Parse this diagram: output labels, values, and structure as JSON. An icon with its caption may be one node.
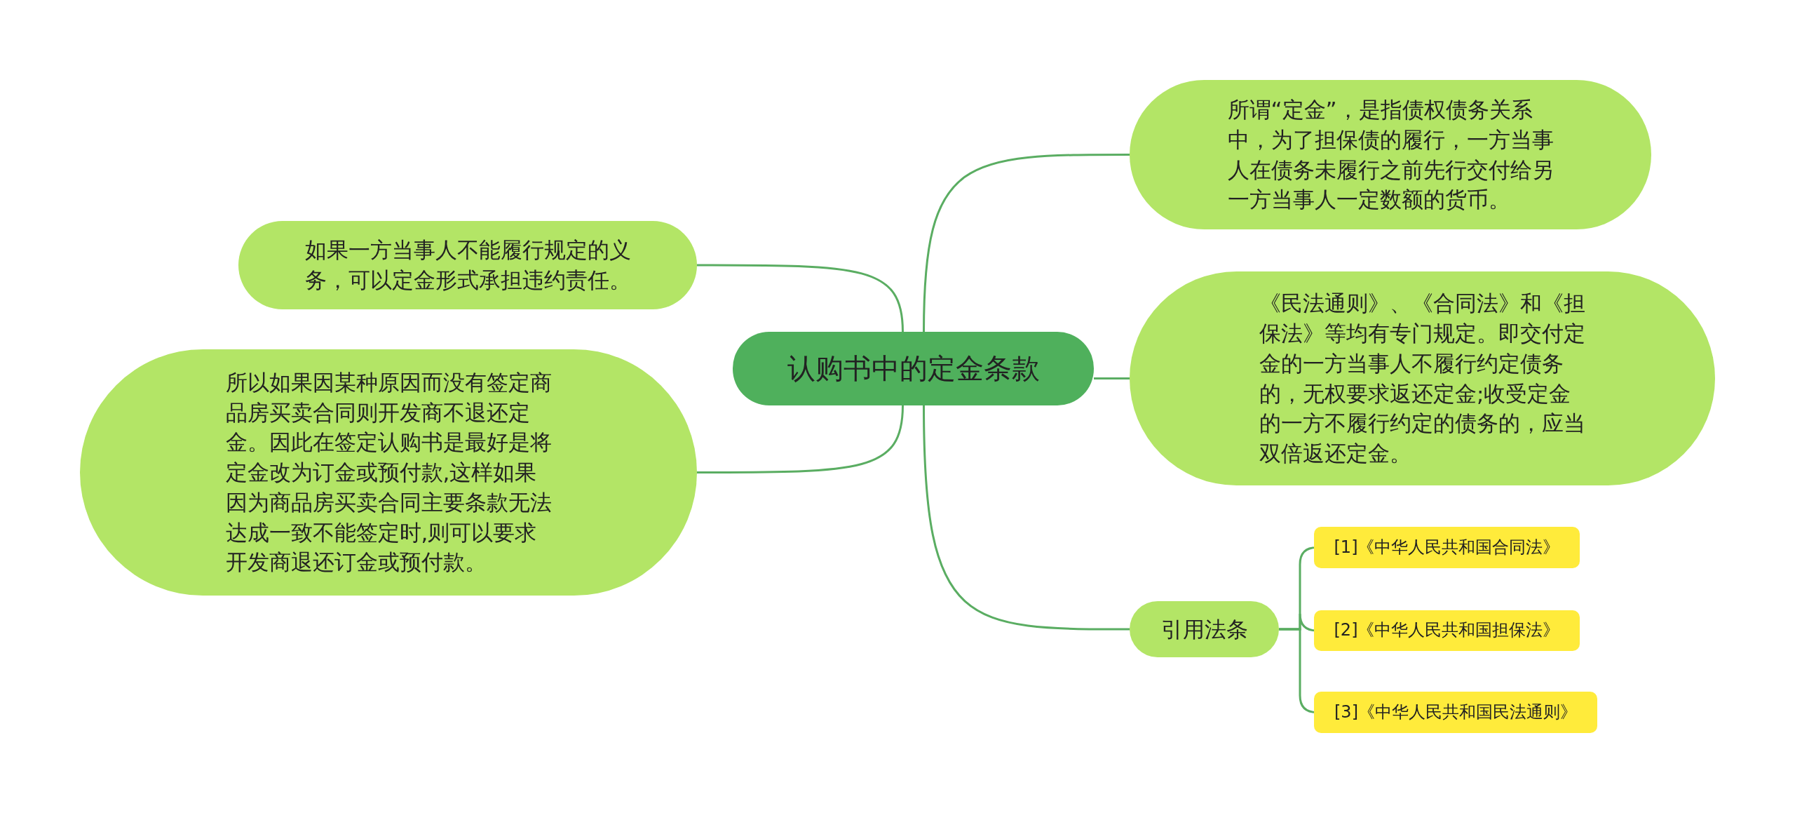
{
  "diagram": {
    "nodes": [
      {
        "text": [
          "认购书中的定金条款"
        ]
      },
      {
        "text": [
          "所谓“定金”，是指债权债务关系中，为了担保债的履行，一方当事人在债务未履行之前先行交付给另一方当事人一定数额的货币。"
        ]
      },
      {
        "text": [
          "《民法通则》、《合同法》和《担保法》等均有专门规定。即交付定金的一方当事人不履行约定债务的，无权要求返还定金;收受定金的一方不履行约定的债务的，应当双倍返还定金。"
        ]
      },
      {
        "text": [
          "引用法条"
        ]
      },
      {
        "text": [
          "[1]《中华人民共和国合同法》"
        ]
      },
      {
        "text": [
          "[2]《中华人民共和国担保法》"
        ]
      },
      {
        "text": [
          "[3]《中华人民共和国民法通则》"
        ]
      },
      {
        "text": [
          "如果一方当事人不能履行规定的义务，可以定金形式承担违约责任。"
        ]
      },
      {
        "text": [
          "所以如果因某种原因而没有签定商品房买卖合同则开发商不退还定金。因此在签定认购书是最好是将定金改为订金或预付款,这样如果因为商品房买卖合同主要条款无法达成一致不能签定时,则可以要求开发商退还订金或预付款。"
        ]
      }
    ],
    "edges": [
      {
        "from": 0,
        "to": 1,
        "arrow": "none"
      },
      {
        "from": 0,
        "to": 2,
        "arrow": "none"
      },
      {
        "from": 0,
        "to": 3,
        "arrow": "none"
      },
      {
        "from": 3,
        "to": 4,
        "arrow": "none"
      },
      {
        "from": 3,
        "to": 5,
        "arrow": "none"
      },
      {
        "from": 3,
        "to": 6,
        "arrow": "none"
      },
      {
        "from": 0,
        "to": 7,
        "arrow": "none"
      },
      {
        "from": 0,
        "to": 8,
        "arrow": "none"
      }
    ]
  }
}
